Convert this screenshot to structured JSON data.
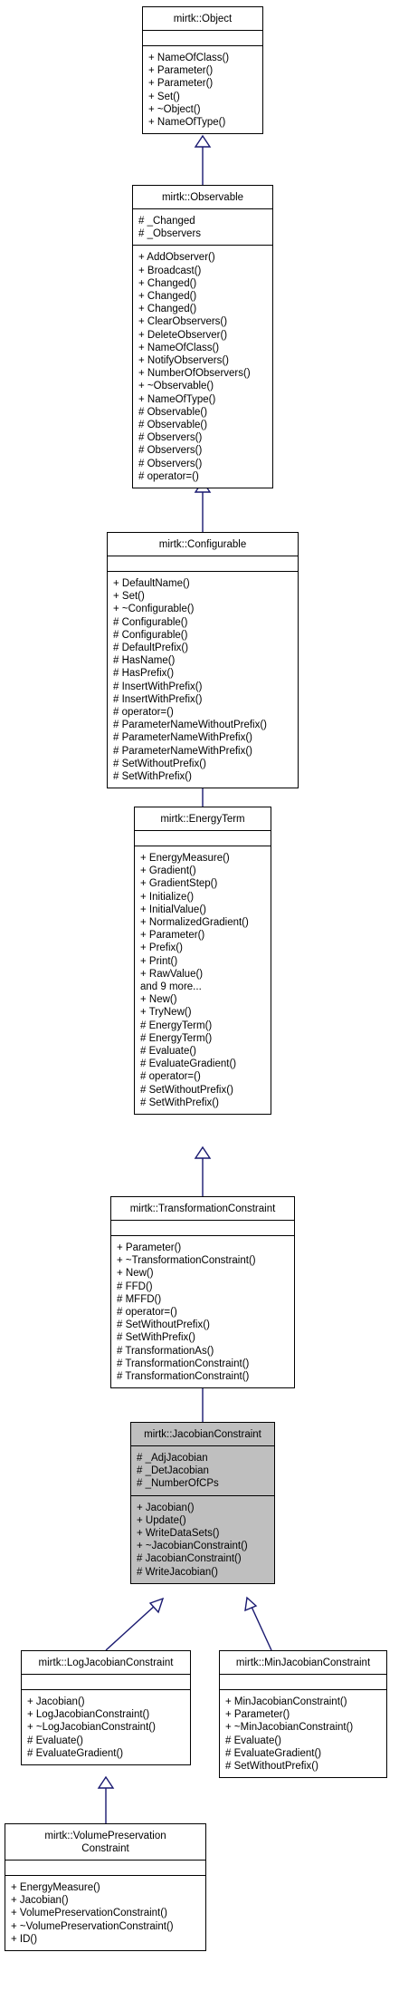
{
  "classes": [
    {
      "name": "mirtk::Object",
      "attrs": [],
      "methods": [
        "+ NameOfClass()",
        "+ Parameter()",
        "+ Parameter()",
        "+ Set()",
        "+ ~Object()",
        "+ NameOfType()"
      ]
    },
    {
      "name": "mirtk::Observable",
      "attrs": [
        "# _Changed",
        "# _Observers"
      ],
      "methods": [
        "+ AddObserver()",
        "+ Broadcast()",
        "+ Changed()",
        "+ Changed()",
        "+ Changed()",
        "+ ClearObservers()",
        "+ DeleteObserver()",
        "+ NameOfClass()",
        "+ NotifyObservers()",
        "+ NumberOfObservers()",
        "+ ~Observable()",
        "+ NameOfType()",
        "# Observable()",
        "# Observable()",
        "# Observers()",
        "# Observers()",
        "# Observers()",
        "# operator=()"
      ]
    },
    {
      "name": "mirtk::Configurable",
      "attrs": [],
      "methods": [
        "+ DefaultName()",
        "+ Set()",
        "+ ~Configurable()",
        "# Configurable()",
        "# Configurable()",
        "# DefaultPrefix()",
        "# HasName()",
        "# HasPrefix()",
        "# InsertWithPrefix()",
        "# InsertWithPrefix()",
        "# operator=()",
        "# ParameterNameWithoutPrefix()",
        "# ParameterNameWithPrefix()",
        "# ParameterNameWithPrefix()",
        "# SetWithoutPrefix()",
        "# SetWithPrefix()"
      ]
    },
    {
      "name": "mirtk::EnergyTerm",
      "attrs": [],
      "methods": [
        "+ EnergyMeasure()",
        "+ Gradient()",
        "+ GradientStep()",
        "+ Initialize()",
        "+ InitialValue()",
        "+ NormalizedGradient()",
        "+ Parameter()",
        "+ Prefix()",
        "+ Print()",
        "+ RawValue()",
        "and 9 more...",
        "+ New()",
        "+ TryNew()",
        "# EnergyTerm()",
        "# EnergyTerm()",
        "# Evaluate()",
        "# EvaluateGradient()",
        "# operator=()",
        "# SetWithoutPrefix()",
        "# SetWithPrefix()"
      ]
    },
    {
      "name": "mirtk::TransformationConstraint",
      "attrs": [],
      "methods": [
        "+ Parameter()",
        "+ ~TransformationConstraint()",
        "+ New()",
        "# FFD()",
        "# MFFD()",
        "# operator=()",
        "# SetWithoutPrefix()",
        "# SetWithPrefix()",
        "# TransformationAs()",
        "# TransformationConstraint()",
        "# TransformationConstraint()"
      ]
    },
    {
      "name": "mirtk::JacobianConstraint",
      "attrs": [
        "# _AdjJacobian",
        "# _DetJacobian",
        "# _NumberOfCPs"
      ],
      "methods": [
        "+ Jacobian()",
        "+ Update()",
        "+ WriteDataSets()",
        "+ ~JacobianConstraint()",
        "# JacobianConstraint()",
        "# WriteJacobian()"
      ]
    },
    {
      "name": "mirtk::LogJacobianConstraint",
      "attrs": [],
      "methods": [
        "+ Jacobian()",
        "+ LogJacobianConstraint()",
        "+ ~LogJacobianConstraint()",
        "# Evaluate()",
        "# EvaluateGradient()"
      ]
    },
    {
      "name": "mirtk::MinJacobianConstraint",
      "attrs": [],
      "methods": [
        "+ MinJacobianConstraint()",
        "+ Parameter()",
        "+ ~MinJacobianConstraint()",
        "# Evaluate()",
        "# EvaluateGradient()",
        "# SetWithoutPrefix()"
      ]
    },
    {
      "name": "mirtk::VolumePreservation\nConstraint",
      "attrs": [],
      "methods": [
        "+ EnergyMeasure()",
        "+ Jacobian()",
        "+ VolumePreservationConstraint()",
        "+ ~VolumePreservationConstraint()",
        "+ ID()"
      ]
    }
  ],
  "colors": {
    "edge": "#191970",
    "highlight": "#bfbfbf",
    "border": "#000000"
  }
}
